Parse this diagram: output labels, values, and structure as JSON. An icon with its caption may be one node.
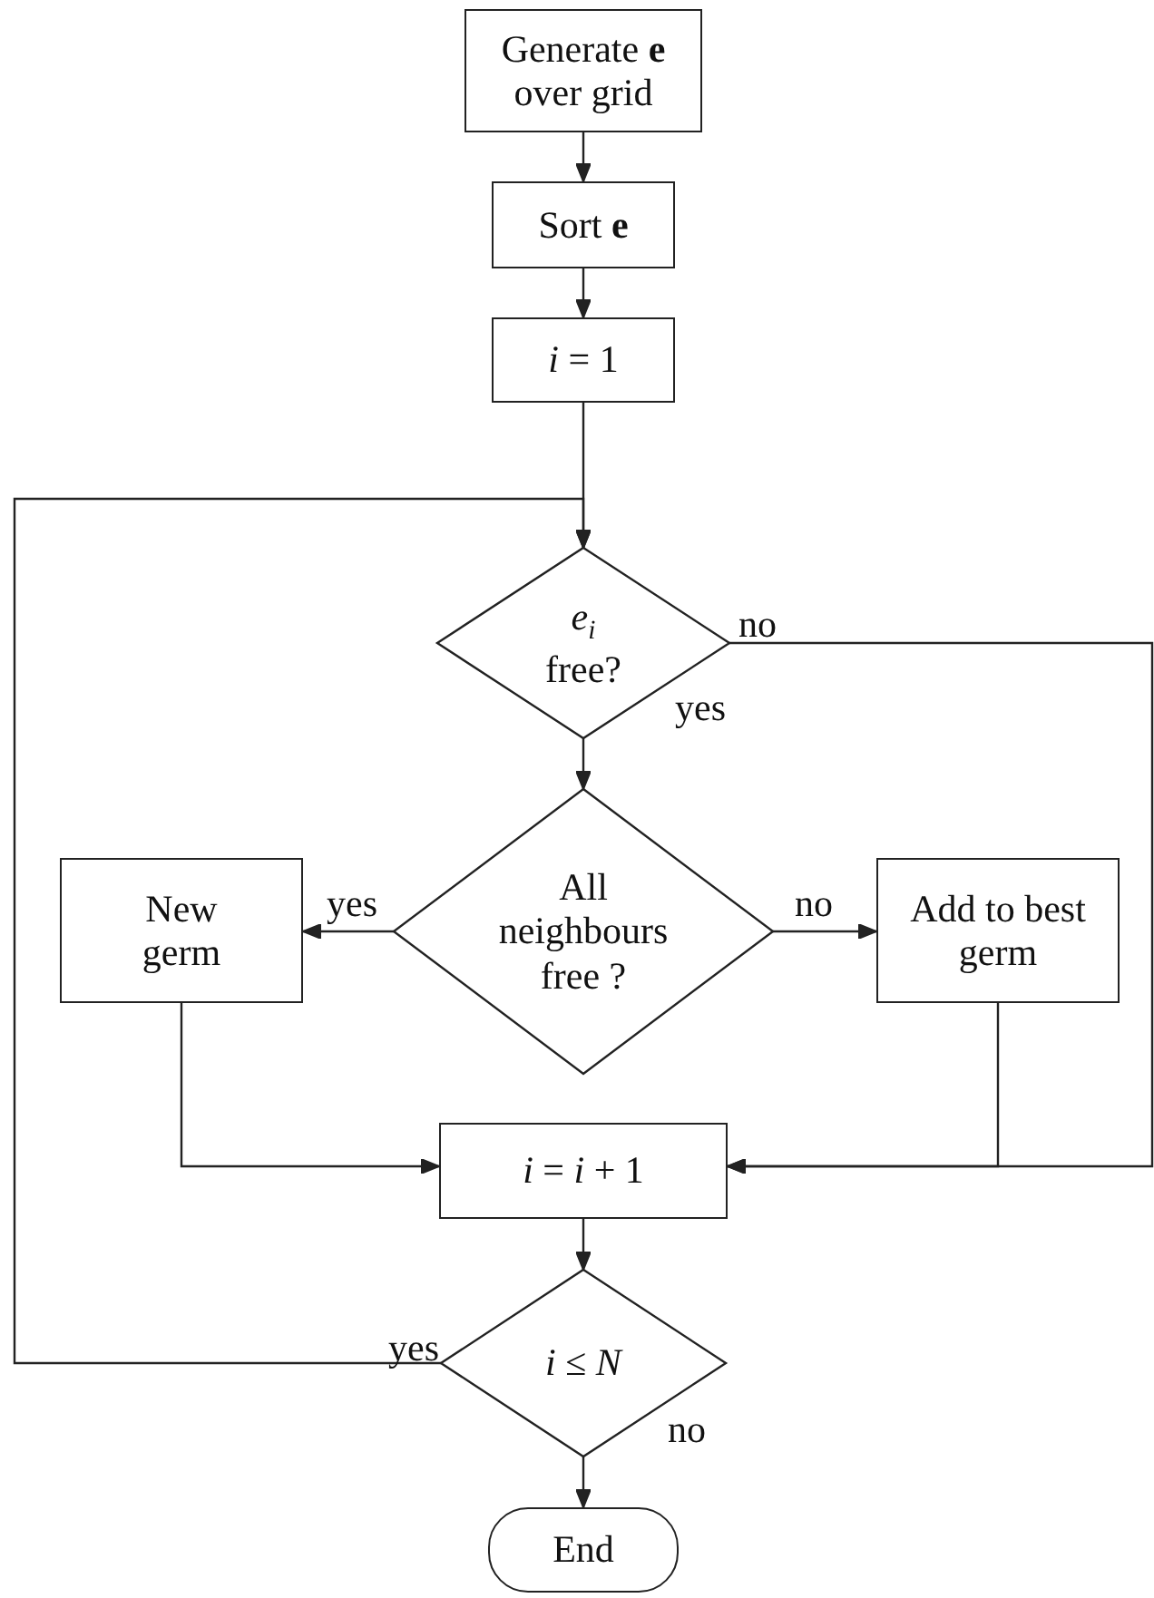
{
  "diagram": {
    "nodes": [
      {
        "text": [
          "Generate **e** over grid"
        ]
      },
      {
        "text": [
          "Sort **e**"
        ]
      },
      {
        "text": [
          "*i* = 1"
        ]
      },
      {
        "text": [
          "*e*$_{i}$ free?"
        ]
      },
      {
        "text": [
          "All neighbours free ?"
        ]
      },
      {
        "text": [
          "New germ"
        ]
      },
      {
        "text": [
          "Add to best germ"
        ]
      },
      {
        "text": [
          "*i* = *i* + 1"
        ]
      },
      {
        "text": [
          "*i* ≤ *N*"
        ]
      },
      {
        "text": [
          "End"
        ]
      }
    ],
    "edges": [
      {
        "from": 0,
        "to": 1,
        "arrow": "to"
      },
      {
        "from": 1,
        "to": 2,
        "arrow": "to"
      },
      {
        "from": 2,
        "to": 3,
        "arrow": "to"
      },
      {
        "from": 3,
        "to": 4,
        "label": "yes",
        "arrow": "to"
      },
      {
        "from": 3,
        "to": 7,
        "label": "no",
        "arrow": "to"
      },
      {
        "from": 4,
        "to": 5,
        "label": "yes",
        "arrow": "to"
      },
      {
        "from": 4,
        "to": 6,
        "label": "no",
        "arrow": "to"
      },
      {
        "from": 5,
        "to": 7,
        "arrow": "to"
      },
      {
        "from": 6,
        "to": 7,
        "arrow": "to"
      },
      {
        "from": 7,
        "to": 8,
        "arrow": "to"
      },
      {
        "from": 8,
        "to": 3,
        "label": "yes",
        "arrow": "to"
      },
      {
        "from": 8,
        "to": 9,
        "label": "no",
        "arrow": "to"
      }
    ]
  }
}
